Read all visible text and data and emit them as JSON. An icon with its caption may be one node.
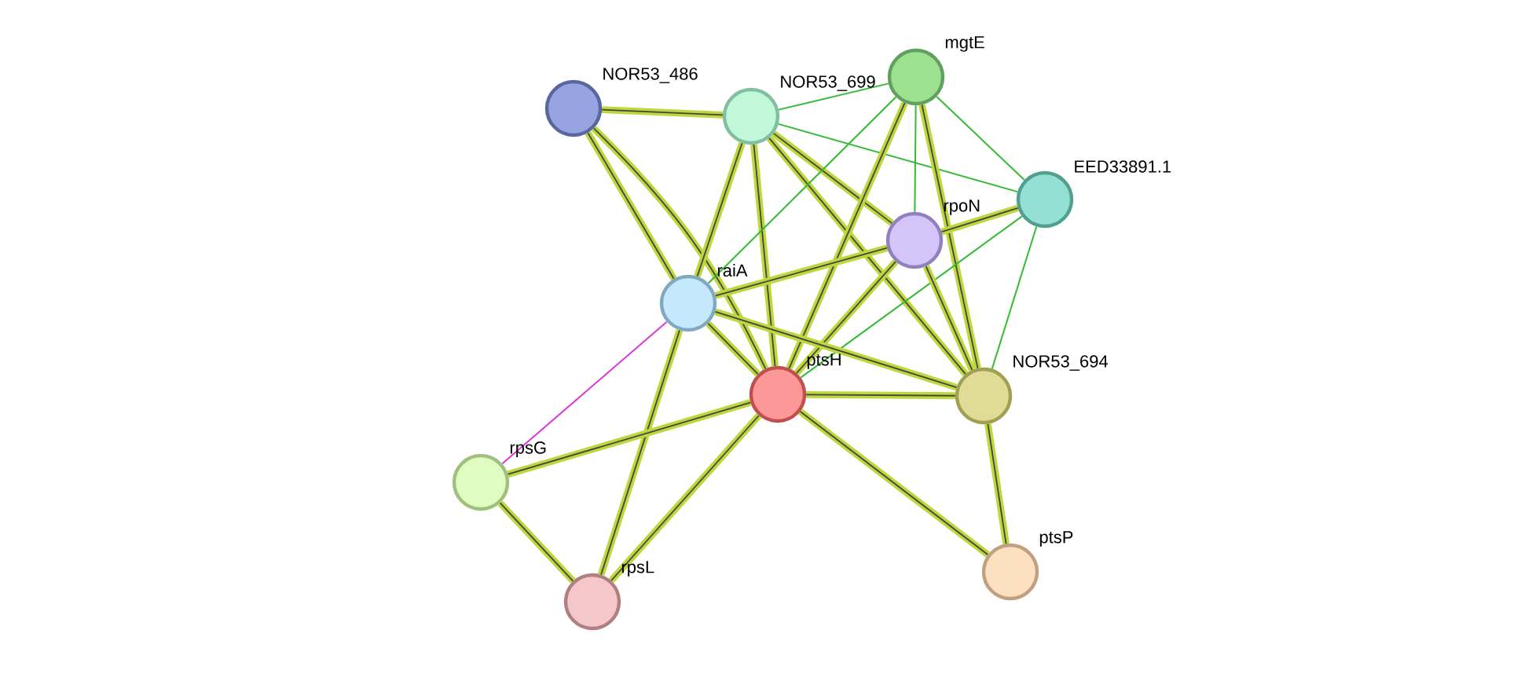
{
  "diagram": {
    "nodes": [
      {
        "text": [],
        "shape": "circle",
        "beside": [
          "NOR53_486"
        ]
      },
      {
        "text": [],
        "shape": "circle",
        "beside": [
          "NOR53_699"
        ]
      },
      {
        "text": [],
        "shape": "circle",
        "beside": [
          "mgtE"
        ]
      },
      {
        "text": [],
        "shape": "circle",
        "beside": [
          "EED33891.1"
        ]
      },
      {
        "text": [],
        "shape": "circle",
        "beside": [
          "rpoN"
        ]
      },
      {
        "text": [],
        "shape": "circle",
        "beside": [
          "raiA"
        ]
      },
      {
        "text": [],
        "shape": "circle",
        "beside": [
          "ptsH"
        ]
      },
      {
        "text": [],
        "shape": "circle",
        "beside": [
          "NOR53_694"
        ]
      },
      {
        "text": [],
        "shape": "circle",
        "beside": [
          "rpsG"
        ]
      },
      {
        "text": [],
        "shape": "circle",
        "beside": [
          "rpsL"
        ]
      },
      {
        "text": [],
        "shape": "circle",
        "beside": [
          "ptsP"
        ]
      }
    ],
    "edges": [
      {
        "from": 0,
        "to": 1,
        "arrow": "none"
      },
      {
        "from": 0,
        "to": 5,
        "arrow": "none"
      },
      {
        "from": 0,
        "to": 6,
        "arrow": "none"
      },
      {
        "from": 1,
        "to": 2,
        "arrow": "none",
        "color": "#33bb33"
      },
      {
        "from": 1,
        "to": 3,
        "arrow": "none",
        "color": "#33bb33"
      },
      {
        "from": 1,
        "to": 4,
        "arrow": "none"
      },
      {
        "from": 1,
        "to": 5,
        "arrow": "none"
      },
      {
        "from": 1,
        "to": 6,
        "arrow": "none"
      },
      {
        "from": 1,
        "to": 7,
        "arrow": "none"
      },
      {
        "from": 2,
        "to": 3,
        "arrow": "none",
        "color": "#33bb33"
      },
      {
        "from": 2,
        "to": 4,
        "arrow": "none",
        "color": "#33bb33"
      },
      {
        "from": 2,
        "to": 5,
        "arrow": "none",
        "color": "#33bb33"
      },
      {
        "from": 2,
        "to": 6,
        "arrow": "none"
      },
      {
        "from": 2,
        "to": 7,
        "arrow": "none"
      },
      {
        "from": 3,
        "to": 4,
        "arrow": "none"
      },
      {
        "from": 3,
        "to": 6,
        "arrow": "none",
        "color": "#33bb33"
      },
      {
        "from": 3,
        "to": 7,
        "arrow": "none",
        "color": "#33bb33"
      },
      {
        "from": 4,
        "to": 5,
        "arrow": "none"
      },
      {
        "from": 4,
        "to": 6,
        "arrow": "none"
      },
      {
        "from": 4,
        "to": 7,
        "arrow": "none"
      },
      {
        "from": 5,
        "to": 6,
        "arrow": "none"
      },
      {
        "from": 5,
        "to": 7,
        "arrow": "none"
      },
      {
        "from": 5,
        "to": 8,
        "arrow": "none",
        "color": "#dd33dd"
      },
      {
        "from": 5,
        "to": 9,
        "arrow": "none"
      },
      {
        "from": 6,
        "to": 7,
        "arrow": "none"
      },
      {
        "from": 6,
        "to": 8,
        "arrow": "none"
      },
      {
        "from": 6,
        "to": 9,
        "arrow": "none"
      },
      {
        "from": 6,
        "to": 10,
        "arrow": "none"
      },
      {
        "from": 7,
        "to": 10,
        "arrow": "none"
      },
      {
        "from": 8,
        "to": 9,
        "arrow": "none"
      }
    ]
  }
}
